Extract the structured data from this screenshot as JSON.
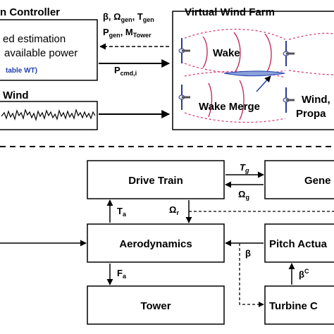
{
  "top": {
    "controller": {
      "title": "n Controller",
      "line1": "ed estimation",
      "line2": "available power",
      "note": "table WT)",
      "note_color": "#1f3fb0"
    },
    "signals_in": {
      "beta": "β, Ω",
      "omega_sub": "gen",
      "t": ", T",
      "t_sub": "gen",
      "p": "P",
      "p_sub": "gen",
      "m": ", M",
      "m_sub": "Tower"
    },
    "pcmd": {
      "base": "P",
      "sub": "cmd,i"
    },
    "wind_label": "Wind",
    "farm": {
      "title": "Virtual Wind Farm",
      "wake": "Wake",
      "wake_merge": "Wake Merge",
      "wind": "Wind,",
      "propa": "Propa",
      "wake_color": "#c0305a",
      "dashed_color": "#d9407a"
    }
  },
  "bottom": {
    "blocks": {
      "drive_train": "Drive Train",
      "generator": "Gene",
      "aerodynamics": "Aerodynamics",
      "pitch_actuator": "Pitch Actua",
      "tower": "Tower",
      "turbine_controller": "Turbine C"
    },
    "signals": {
      "tg": {
        "base": "T",
        "sub": "g"
      },
      "omega_g": {
        "base": "Ω",
        "sub": "g"
      },
      "ta": {
        "base": "T",
        "sub": "a"
      },
      "omega_r": {
        "base": "Ω",
        "sub": "r"
      },
      "beta": "β",
      "fa": {
        "base": "F",
        "sub": "a"
      },
      "beta_c": {
        "base": "β",
        "sup": "C"
      }
    }
  }
}
